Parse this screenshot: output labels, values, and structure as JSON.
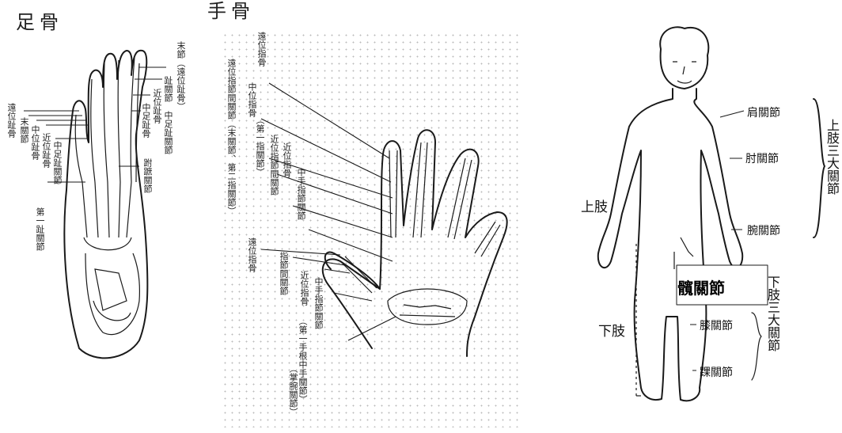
{
  "foot": {
    "title": "足骨",
    "labels": {
      "distal_phalanx_toe": "遠位趾骨",
      "distal_joint": "末關節",
      "middle_phalanx": "中位趾骨",
      "proximal_phalanx": "近位趾骨",
      "metatarsal_joint": "中足趾關節",
      "first_toe_joint": "第一趾關節",
      "end_joint_distal": "末節（遠位趾骨）",
      "toe_joint": "趾關節",
      "proximal_toe_bone": "近位趾骨",
      "metatarsus": "中足趾骨",
      "metatarsal_toe_joint": "中足趾關節",
      "tarsometatarsal_joint": "跗蹠關節"
    }
  },
  "hand": {
    "title": "手骨",
    "labels": {
      "distal_finger_bone": "遠位指骨",
      "interphalangeal_second": "遠位指節間關節（末關節、第二指關節）",
      "middle_finger_bone": "中位指骨",
      "first_finger_joint": "（第一指關節）",
      "proximal_interphalangeal": "近位指節間關節",
      "proximal_finger_bone": "近位指骨",
      "metacarpophalangeal": "中手指節關節",
      "distal_phalanx_thumb": "遠位指骨",
      "interphalangeal_thumb": "指節間關節",
      "proximal_thumb": "近位指骨",
      "metacarpophalangeal_thumb": "中手指節關節",
      "cmc_first": "（第一手根中手關節）",
      "wrist_joint": "（掌腕關節）"
    }
  },
  "body": {
    "upper_limb": "上肢",
    "lower_limb": "下肢",
    "shoulder": "肩關節",
    "elbow": "肘關節",
    "wrist": "腕關節",
    "hip": "髖關節",
    "knee": "膝關節",
    "ankle": "踝關節",
    "upper_three": "上肢三大關節",
    "lower_three": "下肢三大關節"
  }
}
